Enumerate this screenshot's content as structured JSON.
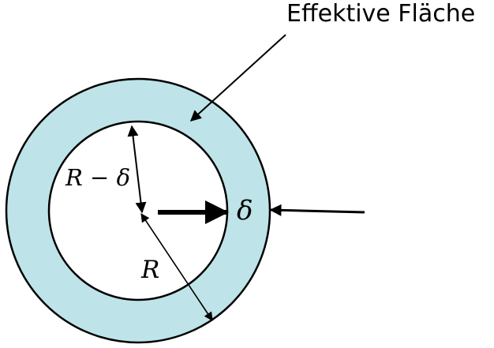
{
  "labels": {
    "effective_area": "Effektive Fläche",
    "inner_radius": "R − δ",
    "outer_radius": "R",
    "thickness": "δ"
  },
  "colors": {
    "ring_fill": "#BEE3E8",
    "inner_fill": "#FFFFFF",
    "stroke": "#000000"
  }
}
